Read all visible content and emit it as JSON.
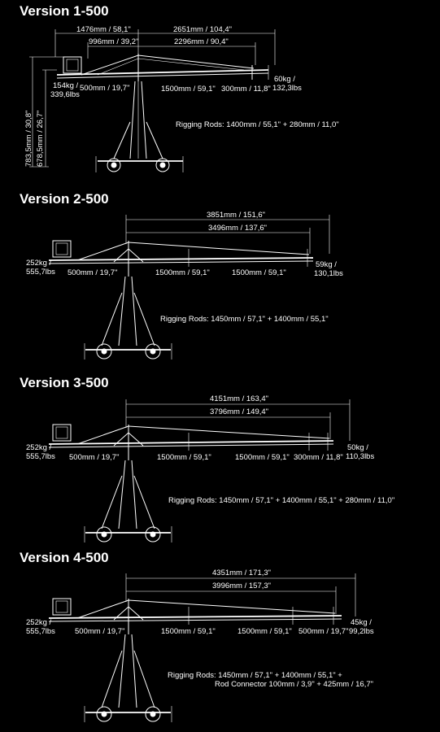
{
  "versions": [
    {
      "title": "Version 1-500",
      "dims": {
        "d1": "1476mm / 58,1\"",
        "d2": "2651mm / 104,4\"",
        "d3": "996mm / 39,2\"",
        "d4": "2296mm / 90,4\"",
        "seg1": "500mm / 19,7\"",
        "seg2": "1500mm / 59,1\"",
        "seg3": "300mm / 11,8\"",
        "cw": "154kg /",
        "cw2": "339,6lbs",
        "load": "60kg /",
        "load2": "132,3lbs",
        "h1": "783,5mm / 30,8\"",
        "h2": "678,5mm / 26,7\""
      },
      "rods": "Rigging Rods: 1400mm / 55,1\" + 280mm / 11,0\""
    },
    {
      "title": "Version 2-500",
      "dims": {
        "d1": "3851mm / 151,6\"",
        "d2": "3496mm / 137,6\"",
        "seg1": "500mm / 19,7\"",
        "seg2": "1500mm / 59,1\"",
        "seg3": "1500mm / 59,1\"",
        "cw": "252kg /",
        "cw2": "555,7lbs",
        "load": "59kg /",
        "load2": "130,1lbs"
      },
      "rods": "Rigging Rods: 1450mm / 57,1\" + 1400mm / 55,1\""
    },
    {
      "title": "Version 3-500",
      "dims": {
        "d1": "4151mm / 163,4\"",
        "d2": "3796mm / 149,4\"",
        "seg1": "500mm / 19,7\"",
        "seg2": "1500mm / 59,1\"",
        "seg3": "1500mm / 59,1\"",
        "seg4": "300mm / 11,8\"",
        "cw": "252kg /",
        "cw2": "555,7lbs",
        "load": "50kg /",
        "load2": "110,3lbs"
      },
      "rods": "Rigging Rods: 1450mm / 57,1\" + 1400mm / 55,1\" + 280mm / 11,0\""
    },
    {
      "title": "Version 4-500",
      "dims": {
        "d1": "4351mm / 171,3\"",
        "d2": "3996mm / 157,3\"",
        "seg1": "500mm / 19,7\"",
        "seg2": "1500mm / 59,1\"",
        "seg3": "1500mm / 59,1\"",
        "seg4": "500mm / 19,7\"",
        "cw": "252kg /",
        "cw2": "555,7lbs",
        "load": "45kg /",
        "load2": "99,2lbs"
      },
      "rods": "Rigging Rods: 1450mm / 57,1\" + 1400mm / 55,1\" +",
      "rods2": "Rod Connector 100mm / 3,9\" + 425mm / 16,7\""
    }
  ]
}
